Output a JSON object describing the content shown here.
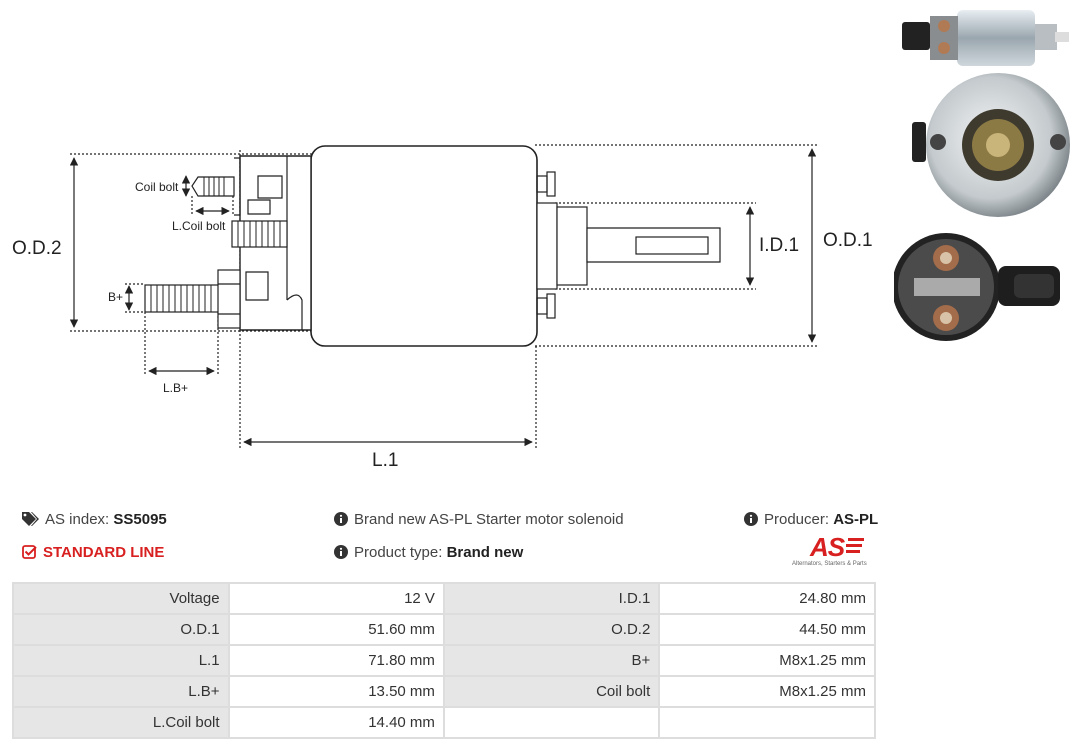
{
  "diagram_labels": {
    "od2": "O.D.2",
    "od1": "O.D.1",
    "id1": "I.D.1",
    "l1": "L.1",
    "coil_bolt": "Coil bolt",
    "l_coil_bolt": "L.Coil bolt",
    "b_plus": "B+",
    "l_b_plus": "L.B+"
  },
  "info": {
    "as_index_label": "AS index:",
    "as_index_value": "SS5095",
    "standard_line": "STANDARD LINE",
    "description": "Brand new AS-PL Starter motor solenoid",
    "product_type_label": "Product type:",
    "product_type_value": "Brand new",
    "producer_label": "Producer:",
    "producer_value": "AS-PL"
  },
  "logo": {
    "text": "AS",
    "tagline": "Alternators, Starters & Parts",
    "color": "#d82020"
  },
  "icons": {
    "as_index": "tags-icon",
    "standard_line": "check-square-icon",
    "description": "info-circle-icon",
    "product_type": "info-circle-icon",
    "producer": "info-circle-icon"
  },
  "specs": [
    [
      {
        "label": "Voltage",
        "value": "12 V"
      },
      {
        "label": "I.D.1",
        "value": "24.80 mm"
      }
    ],
    [
      {
        "label": "O.D.1",
        "value": "51.60 mm"
      },
      {
        "label": "O.D.2",
        "value": "44.50 mm"
      }
    ],
    [
      {
        "label": "L.1",
        "value": "71.80 mm"
      },
      {
        "label": "B+",
        "value": "M8x1.25 mm"
      }
    ],
    [
      {
        "label": "L.B+",
        "value": "13.50 mm"
      },
      {
        "label": "Coil bolt",
        "value": "M8x1.25 mm"
      }
    ],
    [
      {
        "label": "L.Coil bolt",
        "value": "14.40 mm"
      },
      {
        "label": "",
        "value": ""
      }
    ]
  ]
}
